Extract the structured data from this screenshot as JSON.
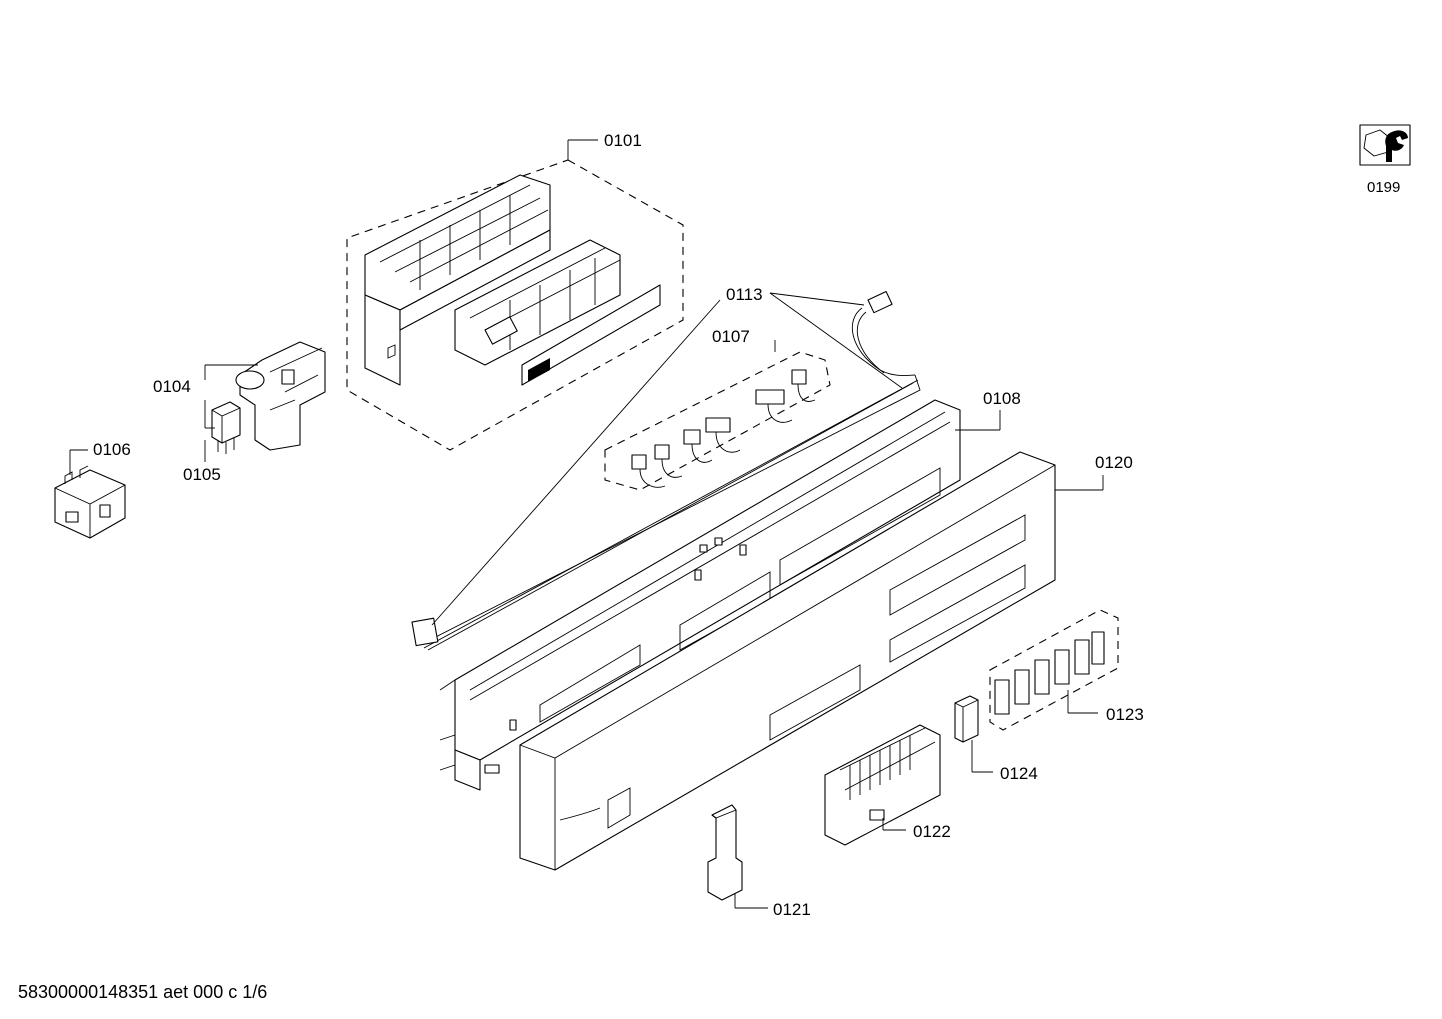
{
  "parts": {
    "p0101": "0101",
    "p0104": "0104",
    "p0105": "0105",
    "p0106": "0106",
    "p0107": "0107",
    "p0108": "0108",
    "p0113": "0113",
    "p0120": "0120",
    "p0121": "0121",
    "p0122": "0122",
    "p0123": "0123",
    "p0124": "0124",
    "p0199": "0199"
  },
  "footer": {
    "document_id": "58300000148351 aet 000 c 1/6"
  },
  "icons": {
    "tool": "wrench-nut-icon"
  }
}
